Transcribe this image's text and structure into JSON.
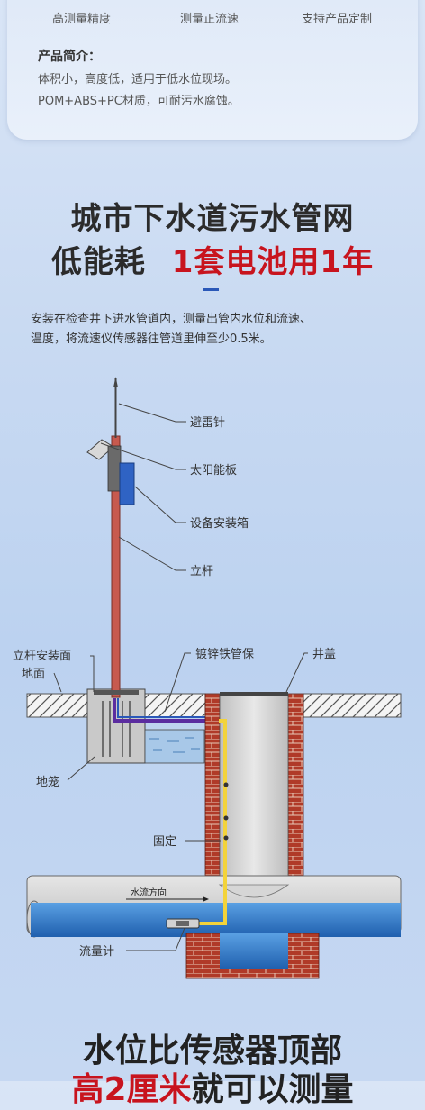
{
  "features": [
    "高测量精度",
    "测量正流速",
    "支持产品定制"
  ],
  "intro": {
    "title": "产品简介：",
    "lines": [
      "体积小，高度低，适用于低水位现场。",
      "POM+ABS+PC材质，可耐污水腐蚀。"
    ]
  },
  "headline": {
    "line1": "城市下水道污水管网",
    "line2_prefix": "低能耗",
    "line2_highlight": "1套电池用1年"
  },
  "description": [
    "安装在检查井下进水管道内，测量出管内水位和流速、",
    "温度，将流速仪传感器往管道里伸至少0.5米。"
  ],
  "diagram_labels": {
    "lightning_rod": "避雷针",
    "solar_panel": "太阳能板",
    "equipment_box": "设备安装箱",
    "pole": "立杆",
    "pole_mount_surface": "立杆安装面",
    "ground": "地面",
    "galvanized_pipe": "镀锌铁管保",
    "well_cover": "井盖",
    "ground_cage": "地笼",
    "fixing": "固定",
    "flow_direction": "水流方向",
    "flow_meter": "流量计"
  },
  "bottom": {
    "line1": "水位比传感器顶部",
    "line2_red": "高2厘米",
    "line2_rest": "就可以测量"
  },
  "colors": {
    "accent_red": "#c8141e",
    "accent_blue": "#2a58b8",
    "water": "#2c7bd0",
    "brick": "#b03a28"
  }
}
